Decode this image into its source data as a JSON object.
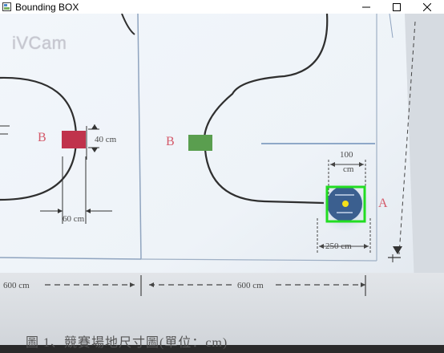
{
  "window": {
    "title": "Bounding BOX",
    "controls": {
      "minimize_icon": "minimize-icon",
      "maximize_icon": "maximize-icon",
      "close_icon": "close-icon"
    }
  },
  "camera": {
    "watermark": "iVCam"
  },
  "field": {
    "label_b_left": "B",
    "label_b_right": "B",
    "label_a": "A",
    "dim_40": "40 cm",
    "dim_60": "60 cm",
    "dim_100_top": "100",
    "dim_100_bottom": "cm",
    "dim_250": "250 cm",
    "dim_600_left": "600 cm",
    "dim_600_right": "600 cm",
    "caption": "圖 1、競賽場地尺寸圖(單位：cm)",
    "colors": {
      "zone_left": "#c0334c",
      "zone_right": "#5a9e4f",
      "robot": "#3b5f8f",
      "bbox": "#22dd22",
      "center_dot": "#f5e11a"
    }
  }
}
